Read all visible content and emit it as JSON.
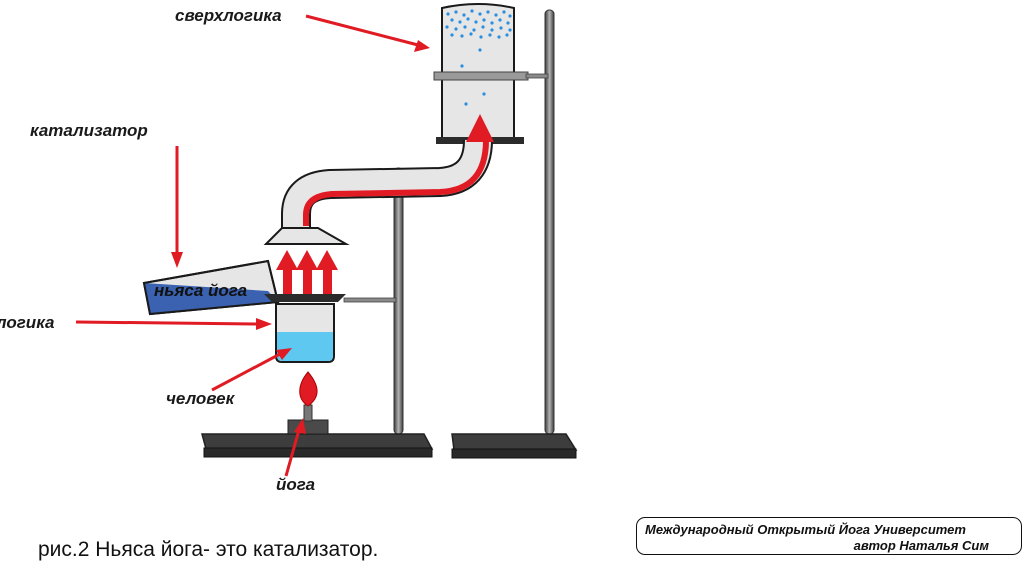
{
  "labels": {
    "superlogic": "сверхлогика",
    "catalyst": "катализатор",
    "logic": "логика",
    "human": "человек",
    "yoga": "йога",
    "flask": "ньяса йога"
  },
  "caption": "рис.2 Ньяса йога- это катализатор.",
  "credit": {
    "line1": "Международный Открытый Йога Университет",
    "line2": "автор Наталья Сим"
  },
  "colors": {
    "arrow": "#e01b24",
    "water": "#5fc8f0",
    "flask_liquid": "#3a62b0",
    "glass": "#e6e6e6",
    "outline": "#1a1a1a",
    "stand": "#555555",
    "dots": "#2a8fe0"
  }
}
